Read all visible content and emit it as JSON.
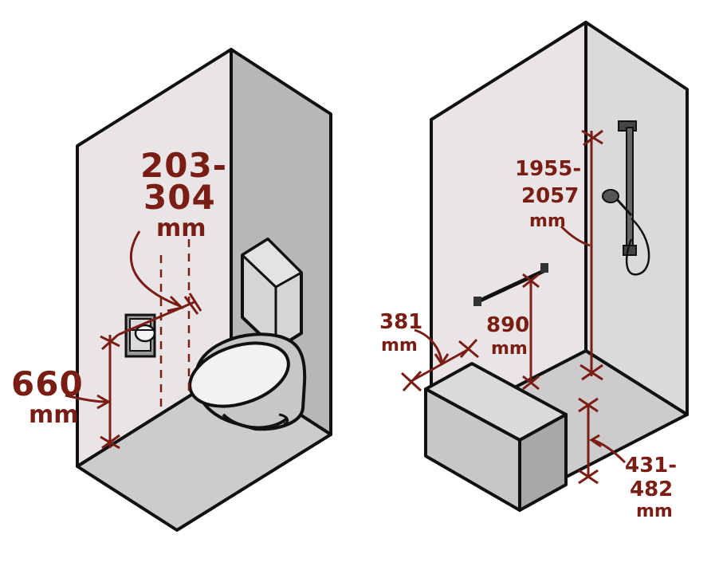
{
  "colors": {
    "wall": "#e9e5e6",
    "side_wall": "#b8b6b7",
    "floor": "#cdcbcc",
    "ink": "#111111",
    "dimension": "#7a1d14"
  },
  "toilet_room": {
    "clearance_label": {
      "line1": "203-",
      "line2": "304",
      "line3": "mm"
    },
    "paper_height_label": {
      "line1": "660",
      "line2": "mm"
    }
  },
  "shower_room": {
    "shower_rail_label": {
      "line1": "1955-",
      "line2": "2057",
      "line3": "mm"
    },
    "grab_bar_label": {
      "line1": "890",
      "line2": "mm"
    },
    "bench_depth_label": {
      "line1": "381",
      "line2": "mm"
    },
    "bench_height_label": {
      "line1": "431-",
      "line2": "482",
      "line3": "mm"
    }
  }
}
